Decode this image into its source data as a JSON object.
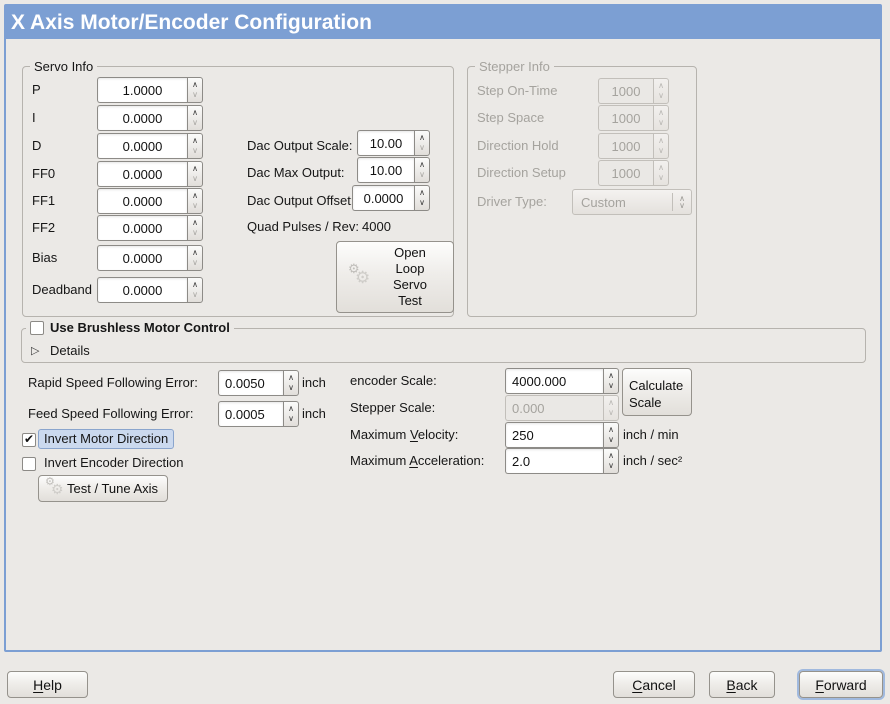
{
  "window": {
    "title": "X Axis Motor/Encoder Configuration"
  },
  "colors": {
    "accent_blue": "#7c9fd3",
    "window_bg": "#ebe9e6",
    "focus_highlight_bg": "#cbd9ee",
    "titlebar_text": "#ffffff"
  },
  "servo_info": {
    "title": "Servo Info",
    "fields": [
      {
        "label": "P",
        "value": "1.0000"
      },
      {
        "label": "I",
        "value": "0.0000"
      },
      {
        "label": "D",
        "value": "0.0000"
      },
      {
        "label": "FF0",
        "value": "0.0000"
      },
      {
        "label": "FF1",
        "value": "0.0000"
      },
      {
        "label": "FF2",
        "value": "0.0000"
      },
      {
        "label": "Bias",
        "value": "0.0000"
      },
      {
        "label": "Deadband",
        "value": "0.0000"
      }
    ],
    "dac_fields": [
      {
        "label": "Dac Output Scale:",
        "value": "10.00"
      },
      {
        "label": "Dac Max Output:",
        "value": "10.00"
      },
      {
        "label": "Dac Output Offset:",
        "value": "0.0000"
      }
    ],
    "quad_pulses": {
      "label": "Quad Pulses / Rev:",
      "value": "4000"
    },
    "open_loop_button_lines": [
      "Open",
      "Loop",
      "Servo",
      "Test"
    ]
  },
  "stepper_info": {
    "title": "Stepper Info",
    "enabled": false,
    "fields": [
      {
        "label": "Step On-Time",
        "value": "1000"
      },
      {
        "label": "Step Space",
        "value": "1000"
      },
      {
        "label": "Direction Hold",
        "value": "1000"
      },
      {
        "label": "Direction Setup",
        "value": "1000"
      }
    ],
    "driver_type": {
      "label": "Driver Type:",
      "value": "Custom"
    }
  },
  "brushless": {
    "checkbox_label": "Use Brushless Motor Control",
    "checked": false,
    "details_label": "Details",
    "details_expanded": false
  },
  "following_error": {
    "rapid": {
      "label": "Rapid Speed Following Error:",
      "value": "0.0050",
      "unit": "inch"
    },
    "feed": {
      "label": "Feed Speed Following Error:",
      "value": "0.0005",
      "unit": "inch"
    }
  },
  "scale_section": {
    "encoder": {
      "label": "encoder Scale:",
      "value": "4000.000"
    },
    "stepper": {
      "label": "Stepper Scale:",
      "value": "0.000",
      "enabled": false
    },
    "calculate_button": "Calculate Scale",
    "max_velocity": {
      "pre": "Maximum ",
      "mn": "V",
      "rest": "elocity:",
      "value": "250",
      "unit": "inch / min"
    },
    "max_acceleration": {
      "pre": "Maximum ",
      "mn": "A",
      "rest": "cceleration:",
      "value": "2.0",
      "unit": "inch / sec²"
    }
  },
  "direction": {
    "invert_motor": {
      "label": "Invert Motor Direction",
      "checked": true
    },
    "invert_encoder": {
      "label": "Invert Encoder Direction",
      "checked": false
    },
    "test_tune_button": "Test / Tune Axis"
  },
  "footer": {
    "help": {
      "mn": "H",
      "rest": "elp"
    },
    "cancel": {
      "mn": "C",
      "rest": "ancel"
    },
    "back": {
      "mn": "B",
      "rest": "ack"
    },
    "forward": {
      "mn": "F",
      "rest": "orward"
    }
  }
}
